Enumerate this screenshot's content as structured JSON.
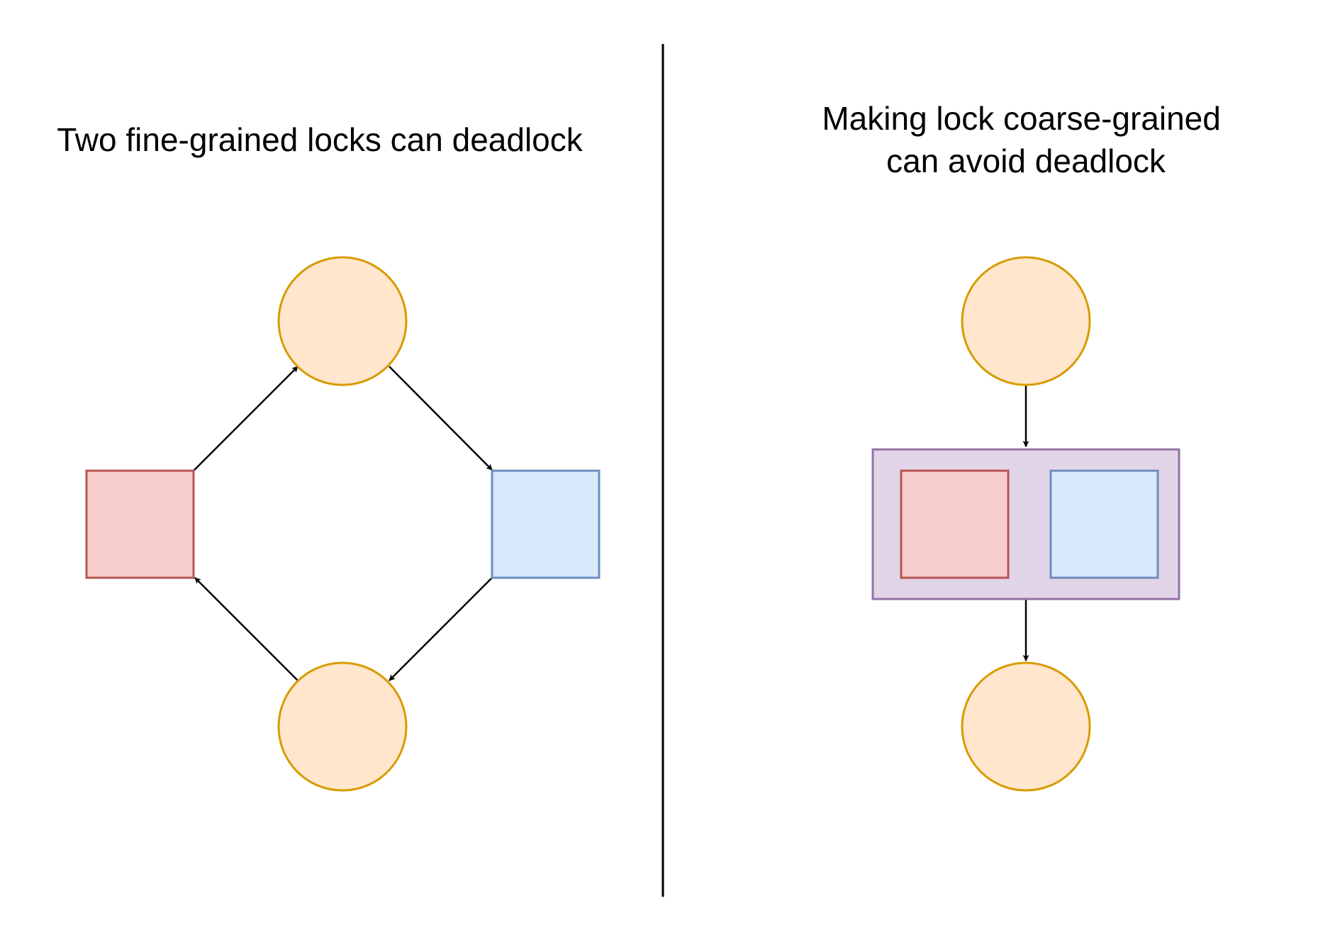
{
  "left_panel": {
    "title": "Two fine-grained locks can deadlock"
  },
  "right_panel": {
    "title_lines": [
      "Making lock coarse-grained",
      "can avoid deadlock"
    ]
  },
  "colors": {
    "process_fill": "#ffe6cc",
    "process_stroke": "#d79b00",
    "lock_a_fill": "#f8cecc",
    "lock_a_stroke": "#b85450",
    "lock_b_fill": "#dae8fc",
    "lock_b_stroke": "#6c8ebf",
    "coarse_lock_fill": "#e1d5e7",
    "coarse_lock_stroke": "#9673a6",
    "edge": "#000000"
  }
}
